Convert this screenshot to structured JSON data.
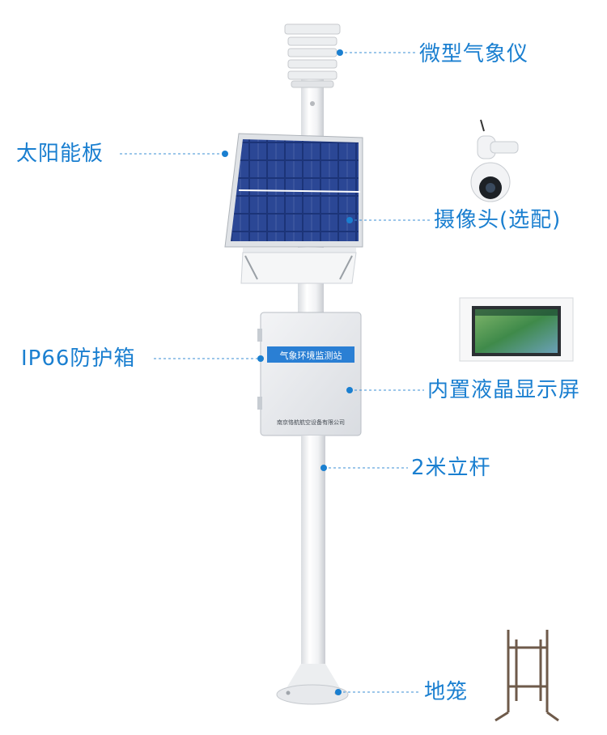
{
  "labels": {
    "weather_instrument": "微型气象仪",
    "solar_panel": "太阳能板",
    "camera": "摄像头(选配)",
    "enclosure": "IP66防护箱",
    "lcd_screen": "内置液晶显示屏",
    "pole": "2米立杆",
    "ground_cage": "地笼"
  },
  "box": {
    "title": "气象环境监测站",
    "company": "南京恪航航空设备有限公司"
  },
  "colors": {
    "accent": "#1a7fd0",
    "pole": "#f3f4f6",
    "panel_cell": "#1f3a8a",
    "box_banner": "#2a7fd4"
  }
}
